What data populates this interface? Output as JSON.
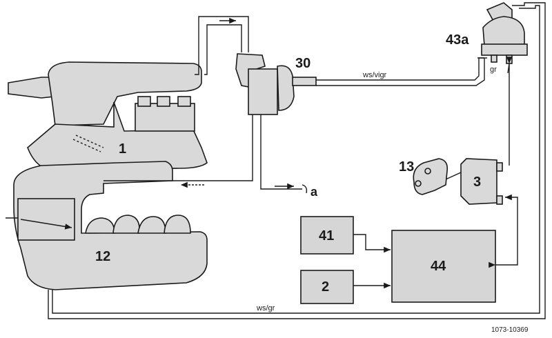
{
  "labels": {
    "part_1": "1",
    "part_12": "12",
    "part_30": "30",
    "part_43a": "43a",
    "part_13": "13",
    "part_3": "3",
    "box_41": "41",
    "box_44": "44",
    "box_2": "2",
    "port_a": "a",
    "terminal_gr": "gr"
  },
  "wires": {
    "top": "ws/vigr",
    "bottom": "ws/gr"
  },
  "reference": "1073-10369"
}
